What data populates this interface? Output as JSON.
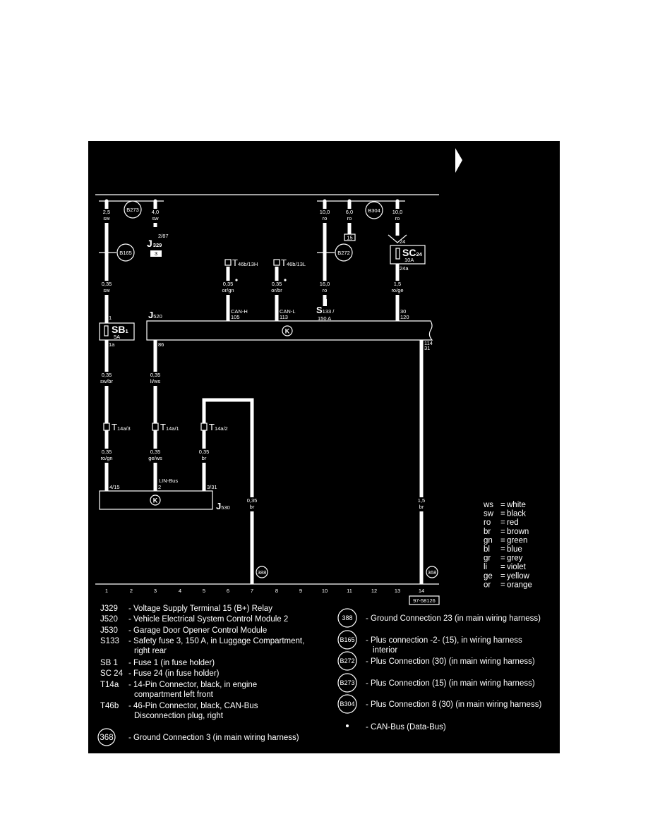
{
  "colors": {
    "background": "#000000",
    "lines": "#ffffff",
    "page": "#ffffff"
  },
  "wires": {
    "w1": {
      "size": "2,5",
      "color": "sw"
    },
    "w2": {
      "size": "4,0",
      "color": "sw"
    },
    "w3": {
      "size": "0,35",
      "color": "sw"
    },
    "w4": {
      "size": "0,35",
      "color": "or/gn"
    },
    "w5": {
      "size": "0,35",
      "color": "or/br"
    },
    "w6": {
      "size": "10,0",
      "color": "ro"
    },
    "w7": {
      "size": "6,0",
      "color": "ro"
    },
    "w8": {
      "size": "10,0",
      "color": "ro"
    },
    "w9": {
      "size": "16,0",
      "color": "ro"
    },
    "w10": {
      "size": "1,5",
      "color": "ro/ge"
    },
    "w11": {
      "size": "0,35",
      "color": "sw/br"
    },
    "w12": {
      "size": "0,35",
      "color": "li/ws"
    },
    "w13": {
      "size": "0,35",
      "color": "ro/gn"
    },
    "w14": {
      "size": "0,35",
      "color": "ge/ws"
    },
    "w15": {
      "size": "0,35",
      "color": "br"
    },
    "w16": {
      "size": "0,35",
      "color": "br"
    },
    "w17": {
      "size": "1,5",
      "color": "br"
    }
  },
  "circles": {
    "b273": "B273",
    "b165": "B165",
    "b304": "B304",
    "b272": "B272",
    "g388": "388",
    "g368": "368"
  },
  "components": {
    "j329": "J",
    "j329_sub": "329",
    "j329_term": "3",
    "j329_pin": "2/87",
    "t46b_h": "T",
    "t46b_h_sub": "46b/13H",
    "t46b_l": "T",
    "t46b_l_sub": "46b/13L",
    "term15": "15",
    "s133": "S",
    "s133_sub": "133 /",
    "s133_rating": "150 A",
    "sc24": "SC",
    "sc24_sub": "24",
    "sc24_rating": "10A",
    "sc24_pin_in": "24",
    "sc24_pin_out": "24a",
    "sb1": "SB",
    "sb1_sub": "1",
    "sb1_rating": "5A",
    "sb1_pin_in": "1",
    "sb1_pin_out": "1a",
    "j520": "J",
    "j520_sub": "520",
    "j520_pins": {
      "can_h": "CAN-H",
      "p105": "105",
      "can_l": "CAN-L",
      "p113": "113",
      "p30": "30",
      "p120": "120",
      "p86": "86",
      "p114": "114",
      "p31": "31"
    },
    "t14a3": "T",
    "t14a3_sub": "14a/3",
    "t14a1": "T",
    "t14a1_sub": "14a/1",
    "t14a2": "T",
    "t14a2_sub": "14a/2",
    "j530": "J",
    "j530_sub": "530",
    "j530_pins": {
      "p415": "4/15",
      "p2": "2",
      "p331": "3/31",
      "lin": "LIN-Bus"
    },
    "k_symbol": "K"
  },
  "columns": [
    "1",
    "2",
    "3",
    "4",
    "5",
    "6",
    "7",
    "8",
    "9",
    "10",
    "11",
    "12",
    "13",
    "14"
  ],
  "diagram_id": "97-58126",
  "color_codes": [
    {
      "code": "ws",
      "name": "white"
    },
    {
      "code": "sw",
      "name": "black"
    },
    {
      "code": "ro",
      "name": "red"
    },
    {
      "code": "br",
      "name": "brown"
    },
    {
      "code": "gn",
      "name": "green"
    },
    {
      "code": "bl",
      "name": "blue"
    },
    {
      "code": "gr",
      "name": "grey"
    },
    {
      "code": "li",
      "name": "violet"
    },
    {
      "code": "ge",
      "name": "yellow"
    },
    {
      "code": "or",
      "name": "orange"
    }
  ],
  "legend_left": [
    {
      "code": "J329",
      "lines": [
        "- Voltage Supply Terminal 15 (B+) Relay"
      ]
    },
    {
      "code": "J520",
      "lines": [
        "- Vehicle Electrical System Control Module 2"
      ]
    },
    {
      "code": "J530",
      "lines": [
        "- Garage Door Opener Control Module"
      ]
    },
    {
      "code": "S133",
      "lines": [
        "- Safety fuse 3, 150 A, in Luggage Compartment,",
        "right rear"
      ]
    },
    {
      "code": "SB 1",
      "lines": [
        "- Fuse 1 (in fuse holder)"
      ]
    },
    {
      "code": "SC 24",
      "lines": [
        "- Fuse 24 (in fuse holder)"
      ]
    },
    {
      "code": "T14a",
      "lines": [
        "- 14-Pin Connector, black, in engine",
        "compartment left front"
      ]
    },
    {
      "code": "T46b",
      "lines": [
        "- 46-Pin Connector, black, CAN-Bus",
        "Disconnection plug, right"
      ]
    },
    {
      "code": "368",
      "lines": [
        "- Ground Connection 3 (in main wiring harness)"
      ]
    }
  ],
  "legend_right": [
    {
      "code": "388",
      "lines": [
        "- Ground Connection 23 (in main wiring harness)"
      ]
    },
    {
      "code": "B165",
      "lines": [
        "- Plus connection -2- (15), in wiring harness",
        "interior"
      ]
    },
    {
      "code": "B272",
      "lines": [
        "- Plus Connection (30) (in main wiring harness)"
      ]
    },
    {
      "code": "B273",
      "lines": [
        "- Plus Connection (15) (in main wiring harness)"
      ]
    },
    {
      "code": "B304",
      "lines": [
        "- Plus Connection 8 (30) (in main wiring harness)"
      ]
    },
    {
      "code": "•",
      "lines": [
        "- CAN-Bus (Data-Bus)"
      ]
    }
  ]
}
